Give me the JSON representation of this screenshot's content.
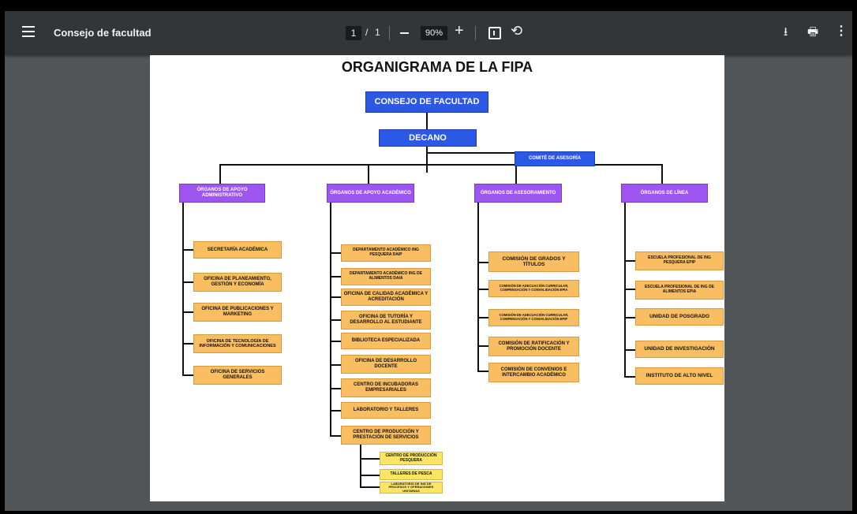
{
  "toolbar": {
    "title": "Consejo de facultad",
    "page_current": "1",
    "page_separator": "/",
    "page_total": "1",
    "zoom": "90%",
    "zoom_out_label": "−",
    "zoom_in_label": "+",
    "icons": [
      "menu-icon",
      "fit-to-page-icon",
      "rotate-icon",
      "download-icon",
      "print-icon",
      "more-options-icon"
    ]
  },
  "document": {
    "title": "ORGANIGRAMA DE LA FIPA",
    "top": {
      "consejo": "CONSEJO DE FACULTAD",
      "decano": "DECANO",
      "comite": "COMITÉ DE ASESORÍA"
    },
    "groups": {
      "admin": {
        "header": "ÓRGANOS DE APOYO ADMINISTRATIVO",
        "items": [
          "SECRETARÍA ACADÉMICA",
          "OFICINA DE PLANEAMIENTO, GESTIÓN Y ECONOMÍA",
          "OFICINA DE PUBLICACIONES Y MARKETING",
          "OFICINA DE TECNOLOGÍA DE INFORMACIÓN Y COMUNICACIONES",
          "OFICINA DE SERVICIOS GENERALES"
        ]
      },
      "academico": {
        "header": "ÓRGANOS DE APOYO ACADÉMICO",
        "items": [
          "DEPARTAMENTO ACADÉMICO ING PESQUERA DAIP",
          "DEPARTAMENTO ACADÉMICO ING DE ALIMENTOS DAIA",
          "OFICINA DE CALIDAD ACADÉMICA Y ACREDITACIÓN",
          "OFICINA DE TUTORÍA Y DESARROLLO AL ESTUDIANTE",
          "BIBLIOTECA ESPECIALIZADA",
          "OFICINA DE DESARROLLO DOCENTE",
          "CENTRO DE INCUBADORAS EMPRESARIALES",
          "LABORATORIO Y TALLERES",
          "CENTRO DE PRODUCCIÓN Y PRESTACIÓN DE SERVICIOS"
        ],
        "sub_items": [
          "CENTRO DE PRODUCCIÓN PESQUERA",
          "TALLERES DE PESCA",
          "LABORATORIO DE ING DE PROCESOS Y OPERACIONES UNITARIAS"
        ]
      },
      "asesoramiento": {
        "header": "ÓRGANOS DE ASESORAMIENTO",
        "items": [
          "COMISIÓN DE GRADOS Y TÍTULOS",
          "COMISIÓN DE ADECUACIÓN CURRICULAR, COMPENSACIÓN Y CONVALIDACIÓN EPIA",
          "COMISIÓN DE ADECUACIÓN CURRICULAR, COMPENSACIÓN Y CONVALIDACIÓN EPIP",
          "COMISIÓN DE RATIFICACIÓN Y PROMOCIÓN DOCENTE",
          "COMISIÓN DE CONVENIOS E INTERCAMBIO ACADÉMICO"
        ]
      },
      "linea": {
        "header": "ÓRGANOS DE LÍNEA",
        "items": [
          "ESCUELA PROFESIONAL DE ING PESQUERA EPIP",
          "ESCUELA PROFESIONAL DE ING DE ALIMENTOS EPIA",
          "UNIDAD DE POSGRADO",
          "UNIDAD DE INVESTIGACIÓN",
          "INSTITUTO DE ALTO NIVEL"
        ]
      }
    }
  }
}
